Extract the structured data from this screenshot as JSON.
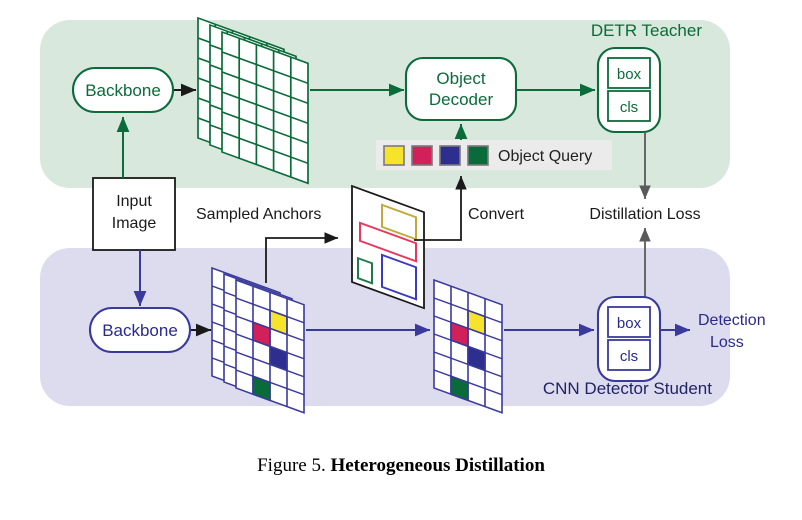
{
  "figure": {
    "number": "Figure 5.",
    "title": "Heterogeneous Distillation"
  },
  "colors": {
    "teacher_panel_bg": "#d8e8dc",
    "student_panel_bg": "#dcdcee",
    "teacher_stroke": "#0b6b3a",
    "student_stroke": "#3a3a9c",
    "neutral_stroke": "#3a3a3a",
    "query_yellow": "#f5e429",
    "query_crimson": "#d2215a",
    "query_blue": "#2e2e8f",
    "query_green": "#0a6b3a",
    "query_band_bg": "#ebebeb",
    "anchor_yellow": "#c4a83a",
    "anchor_red": "#e8365f",
    "anchor_blue": "#3a3ac4",
    "anchor_green": "#1d7a4a"
  },
  "teacher": {
    "panel_label": "DETR Teacher",
    "backbone_label": "Backbone",
    "feature_map_name": "teacher-feature-map",
    "decoder_label_line1": "Object",
    "decoder_label_line2": "Decoder",
    "head_box_label": "box",
    "head_cls_label": "cls"
  },
  "student": {
    "panel_label": "CNN Detector Student",
    "backbone_label": "Backbone",
    "feature_map_name": "student-feature-map",
    "head_box_label": "box",
    "head_cls_label": "cls",
    "detection_loss_line1": "Detection",
    "detection_loss_line2": "Loss"
  },
  "shared": {
    "input_image_line1": "Input",
    "input_image_line2": "Image",
    "sampled_anchors_label": "Sampled Anchors",
    "convert_label": "Convert",
    "object_query_label": "Object Query",
    "distillation_loss_label": "Distillation Loss"
  },
  "object_query": {
    "swatches": [
      {
        "name": "object-query-swatch-yellow",
        "color": "#f5e429"
      },
      {
        "name": "object-query-swatch-crimson",
        "color": "#d2215a"
      },
      {
        "name": "object-query-swatch-blue",
        "color": "#2e2e8f"
      },
      {
        "name": "object-query-swatch-green",
        "color": "#0a6b3a"
      }
    ]
  },
  "anchors": {
    "boxes": [
      {
        "name": "anchor-box-yellow",
        "color": "#c4a83a"
      },
      {
        "name": "anchor-box-red",
        "color": "#e8365f"
      },
      {
        "name": "anchor-box-blue",
        "color": "#3a3ac4"
      },
      {
        "name": "anchor-box-green",
        "color": "#1d7a4a"
      }
    ]
  },
  "feature_cells": {
    "highlighted": [
      {
        "name": "feature-cell-yellow",
        "color": "#f5e429",
        "col": 3,
        "row": 1
      },
      {
        "name": "feature-cell-crimson",
        "color": "#d2215a",
        "col": 2,
        "row": 2
      },
      {
        "name": "feature-cell-blue",
        "color": "#2e2e8f",
        "col": 3,
        "row": 3
      },
      {
        "name": "feature-cell-green",
        "color": "#0a6b3a",
        "col": 2,
        "row": 4
      }
    ]
  }
}
